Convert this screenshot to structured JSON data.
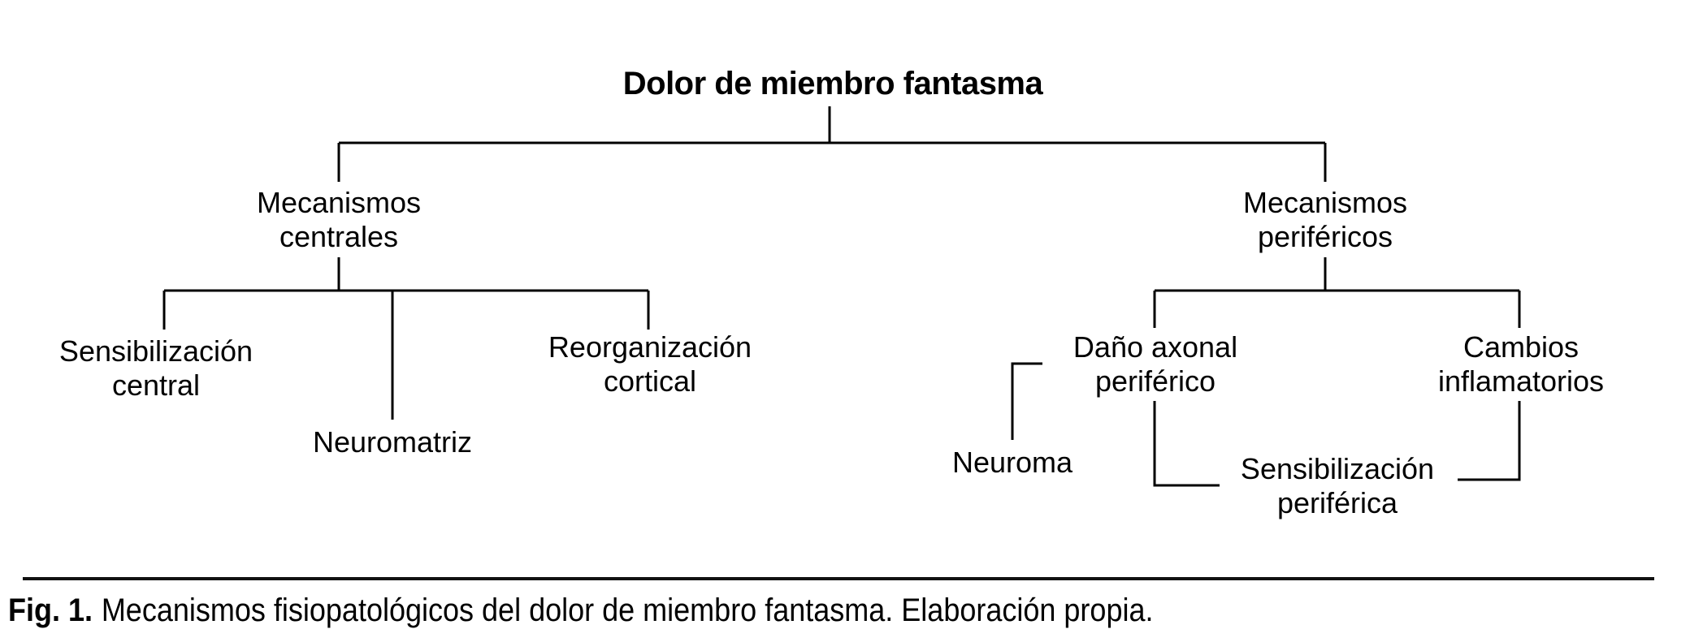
{
  "diagram": {
    "root": "Dolor de miembro fantasma",
    "nodes": {
      "mecanismos_centrales": "Mecanismos\ncentrales",
      "sensibilizacion_central": "Sensibilización\ncentral",
      "neuromatriz": "Neuromatriz",
      "reorganizacion_cortical": "Reorganización\ncortical",
      "mecanismos_perifericos": "Mecanismos\nperiféricos",
      "dano_axonal_periferico": "Daño axonal\nperiférico",
      "neuroma": "Neuroma",
      "cambios_inflamatorios": "Cambios\ninflamatorios",
      "sensibilizacion_periferica": "Sensibilización\nperiférica"
    },
    "edges": [
      {
        "from": "Dolor de miembro fantasma",
        "to": "Mecanismos centrales"
      },
      {
        "from": "Dolor de miembro fantasma",
        "to": "Mecanismos periféricos"
      },
      {
        "from": "Mecanismos centrales",
        "to": "Sensibilización central"
      },
      {
        "from": "Mecanismos centrales",
        "to": "Neuromatriz"
      },
      {
        "from": "Mecanismos centrales",
        "to": "Reorganización cortical"
      },
      {
        "from": "Mecanismos periféricos",
        "to": "Daño axonal periférico"
      },
      {
        "from": "Mecanismos periféricos",
        "to": "Cambios inflamatorios"
      },
      {
        "from": "Daño axonal periférico",
        "to": "Neuroma"
      },
      {
        "from": "Daño axonal periférico",
        "to": "Sensibilización periférica"
      },
      {
        "from": "Cambios inflamatorios",
        "to": "Sensibilización periférica"
      }
    ]
  },
  "caption": {
    "label": "Fig. 1.",
    "text": "Mecanismos fisiopatológicos del dolor de miembro fantasma. Elaboración propia."
  },
  "colors": {
    "background": "#ffffff",
    "text": "#000000",
    "line": "#000000"
  }
}
